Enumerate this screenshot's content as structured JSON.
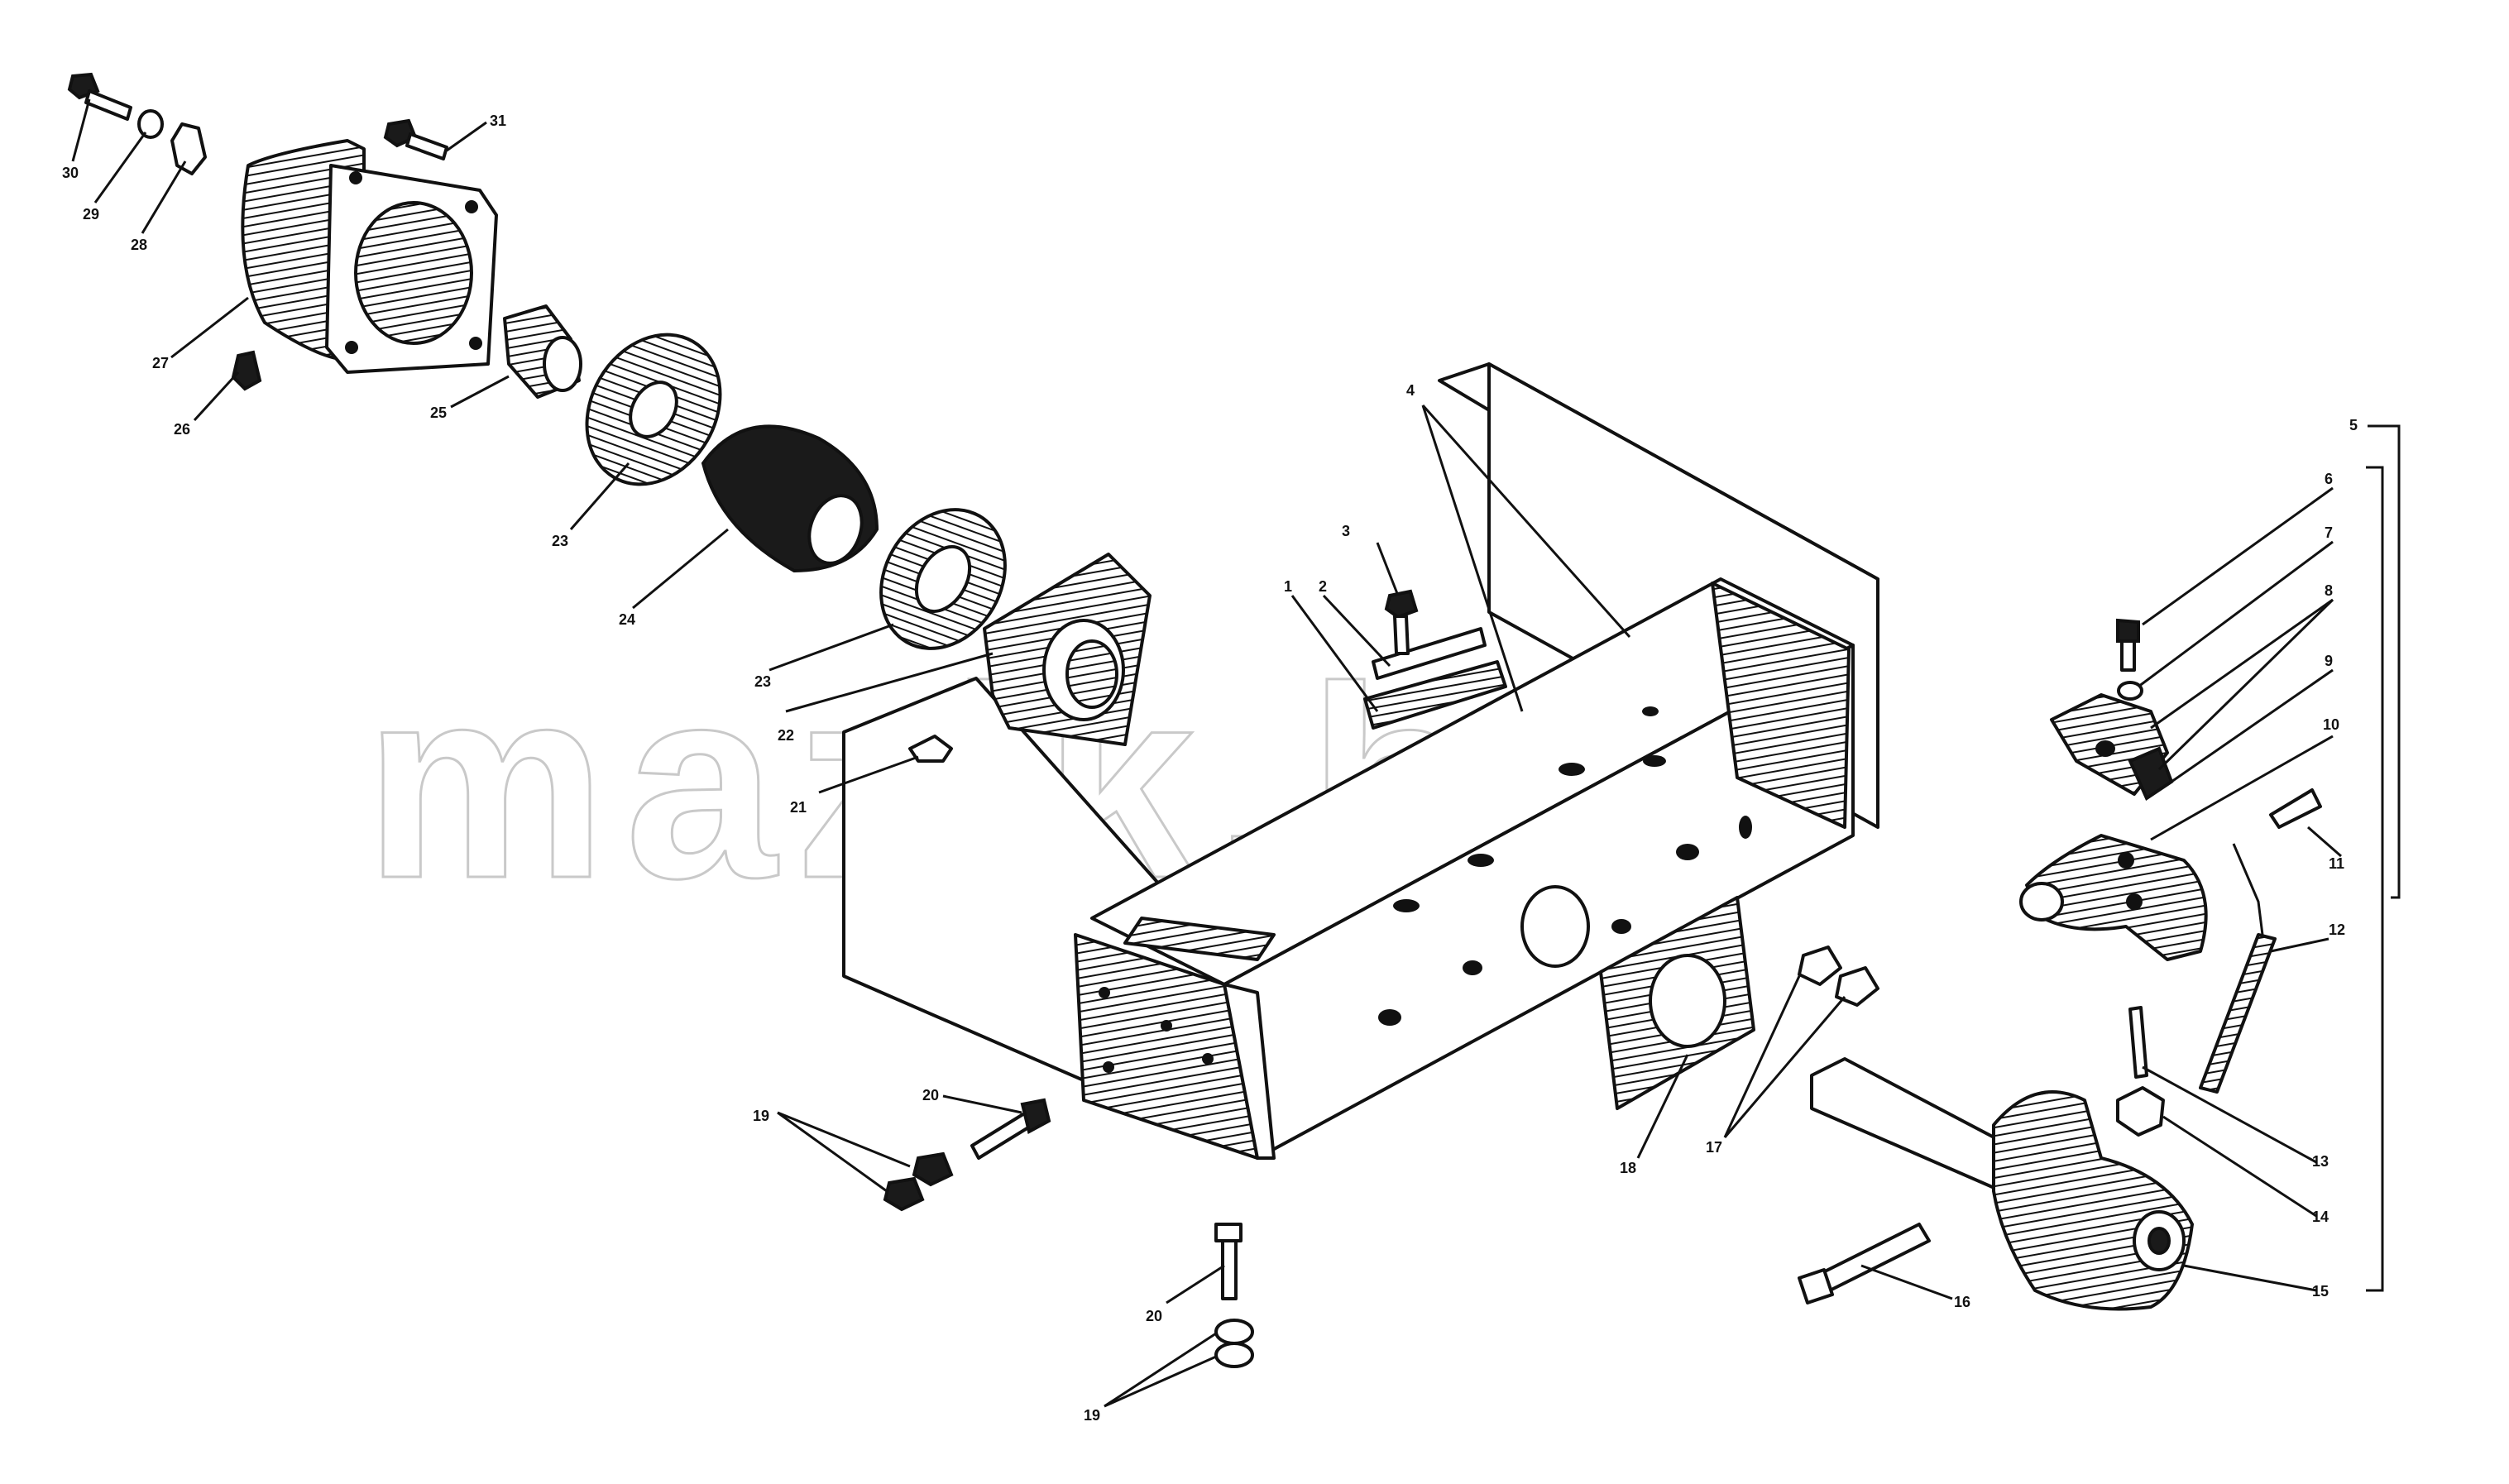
{
  "watermark": "mazik.by",
  "callouts": [
    {
      "id": "c1",
      "label": "1"
    },
    {
      "id": "c2",
      "label": "2"
    },
    {
      "id": "c3",
      "label": "3"
    },
    {
      "id": "c4",
      "label": "4"
    },
    {
      "id": "c5",
      "label": "5"
    },
    {
      "id": "c6",
      "label": "6"
    },
    {
      "id": "c7",
      "label": "7"
    },
    {
      "id": "c8",
      "label": "8"
    },
    {
      "id": "c9",
      "label": "9"
    },
    {
      "id": "c10",
      "label": "10"
    },
    {
      "id": "c11",
      "label": "11"
    },
    {
      "id": "c12",
      "label": "12"
    },
    {
      "id": "c13",
      "label": "13"
    },
    {
      "id": "c14",
      "label": "14"
    },
    {
      "id": "c15",
      "label": "15"
    },
    {
      "id": "c16",
      "label": "16"
    },
    {
      "id": "c17",
      "label": "17"
    },
    {
      "id": "c18",
      "label": "18"
    },
    {
      "id": "c19a",
      "label": "19"
    },
    {
      "id": "c19b",
      "label": "19"
    },
    {
      "id": "c20a",
      "label": "20"
    },
    {
      "id": "c20b",
      "label": "20"
    },
    {
      "id": "c21",
      "label": "21"
    },
    {
      "id": "c22",
      "label": "22"
    },
    {
      "id": "c23a",
      "label": "23"
    },
    {
      "id": "c23b",
      "label": "23"
    },
    {
      "id": "c24",
      "label": "24"
    },
    {
      "id": "c25",
      "label": "25"
    },
    {
      "id": "c26",
      "label": "26"
    },
    {
      "id": "c27",
      "label": "27"
    },
    {
      "id": "c28",
      "label": "28"
    },
    {
      "id": "c29",
      "label": "29"
    },
    {
      "id": "c30",
      "label": "30"
    },
    {
      "id": "c31",
      "label": "31"
    }
  ]
}
